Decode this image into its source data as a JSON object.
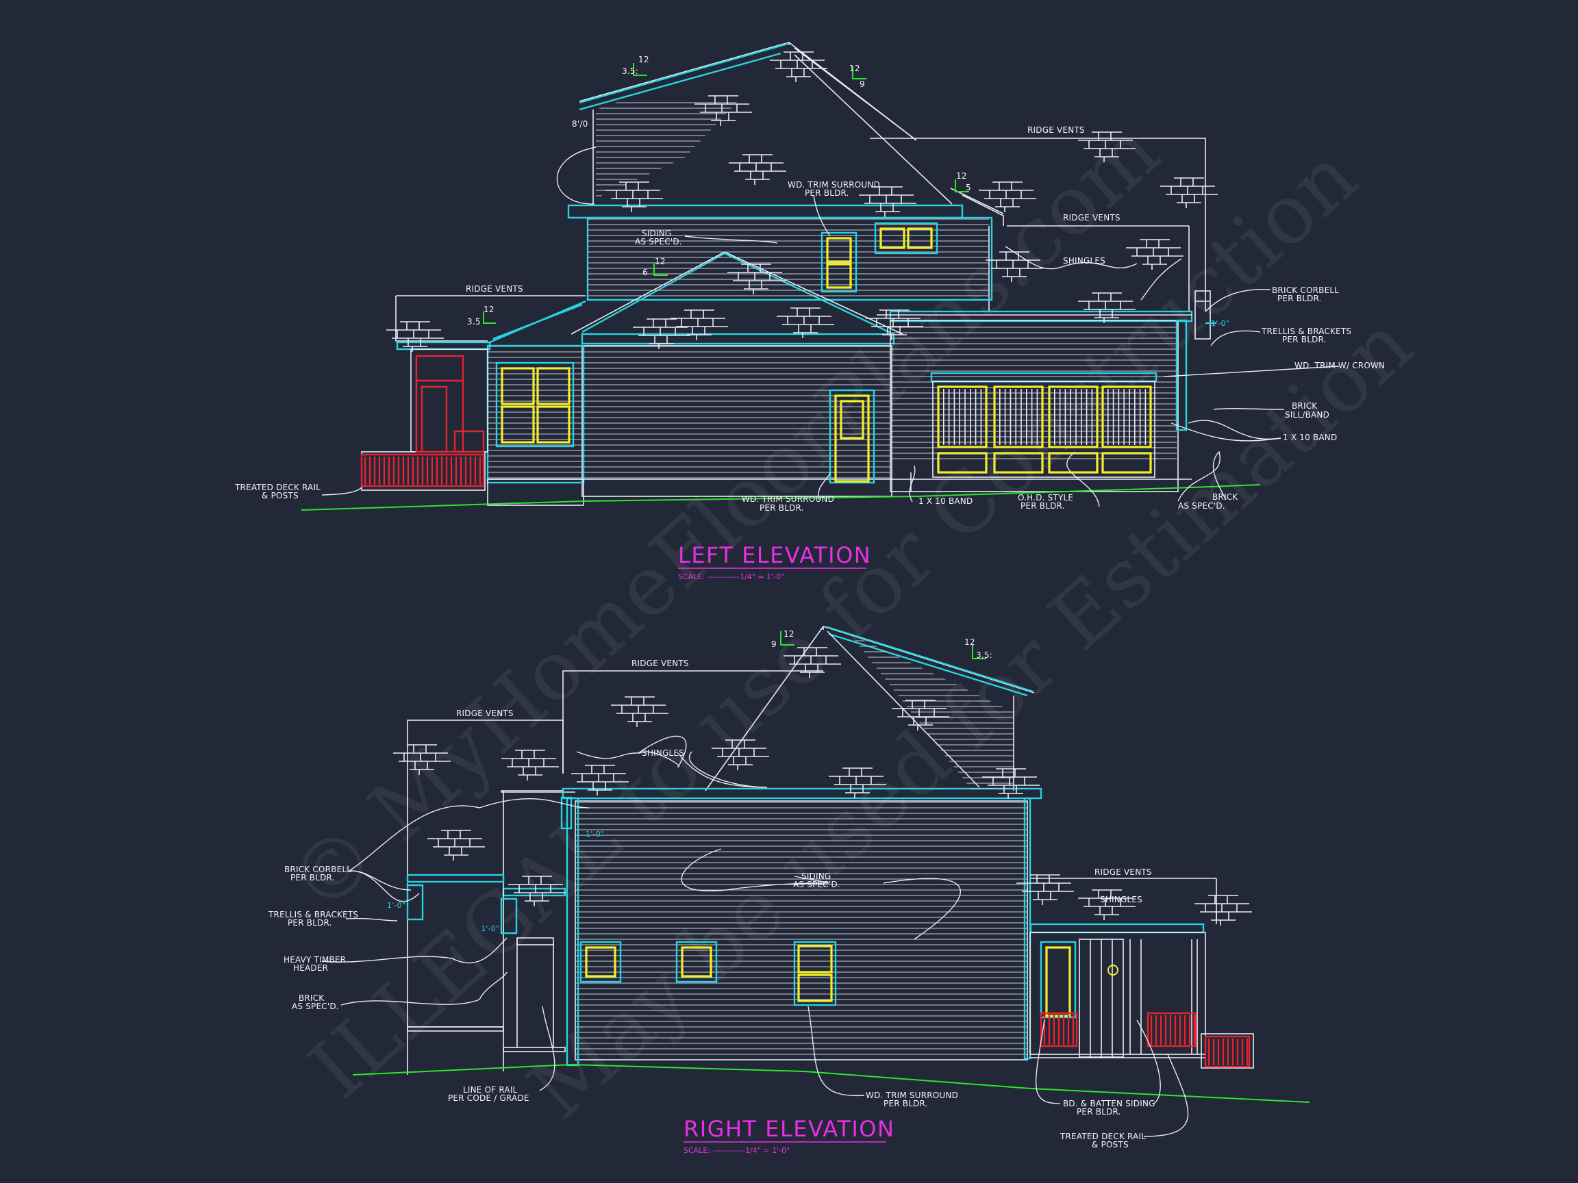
{
  "watermark": {
    "line1": "© MyHomeFloorPlans.com",
    "line2": "ILLEGAL to use for Construction",
    "line3": "May be used for Estimation"
  },
  "left_elevation": {
    "title": "LEFT ELEVATION",
    "scale": "SCALE: ------------1/4\" = 1'-0\"",
    "pitches": {
      "main_rise": "12",
      "main_run": "3.5:",
      "right_rise": "12",
      "right_run": "9",
      "dormer_rise": "12",
      "dormer_run": "5",
      "mid_rise": "12",
      "mid_run": "6",
      "porch_rise": "12",
      "porch_run": "3.5"
    },
    "plate_height": "8'/0",
    "callouts": {
      "ridge_vents_top": "RIDGE VENTS",
      "ridge_vents_mid": "RIDGE VENTS",
      "ridge_vents_porch": "RIDGE VENTS",
      "wd_trim_surround_l1": "WD. TRIM SURROUND",
      "wd_trim_surround_l2": "PER BLDR.",
      "siding_l1": "SIDING",
      "siding_l2": "AS SPEC'D.",
      "shingles": "SHINGLES",
      "brick_corbell_l1": "BRICK CORBELL",
      "brick_corbell_l2": "PER BLDR.",
      "trellis_l1": "TRELLIS & BRACKETS",
      "trellis_l2": "PER BLDR.",
      "wd_trim_crown": "WD. TRIM W/ CROWN",
      "brick_sill_l1": "BRICK",
      "brick_sill_l2": "SILL/BAND",
      "band_right": "1 X 10 BAND",
      "deck_rail_l1": "TREATED DECK RAIL",
      "deck_rail_l2": "& POSTS",
      "door_trim_l1": "WD. TRIM SURROUND",
      "door_trim_l2": "PER BLDR.",
      "band_bottom": "1 X 10 BAND",
      "ohd_l1": "O.H.D. STYLE",
      "ohd_l2": "PER BLDR.",
      "brick_bottom_l1": "BRICK",
      "brick_bottom_l2": "AS SPEC'D.",
      "offset_dim": "1'-0\""
    }
  },
  "right_elevation": {
    "title": "RIGHT ELEVATION",
    "scale": "SCALE: ------------1/4\" = 1'-0\"",
    "pitches": {
      "left_rise": "12",
      "left_run": "9",
      "right_rise": "12",
      "right_run": "3.5:"
    },
    "callouts": {
      "ridge_vents_main": "RIDGE VENTS",
      "ridge_vents_left": "RIDGE VENTS",
      "ridge_vents_right": "RIDGE VENTS",
      "shingles_main": "SHINGLES",
      "shingles_right": "SHINGLES",
      "siding_l1": "SIDING",
      "siding_l2": "AS SPEC'D.",
      "brick_corbell_l1": "BRICK CORBELL",
      "brick_corbell_l2": "PER BLDR.",
      "trellis_l1": "TRELLIS & BRACKETS",
      "trellis_l2": "PER BLDR.",
      "timber_l1": "HEAVY TIMBER",
      "timber_l2": "HEADER",
      "brick_l1": "BRICK",
      "brick_l2": "AS SPEC'D.",
      "rail_line_l1": "LINE OF RAIL",
      "rail_line_l2": "PER CODE / GRADE",
      "wd_trim_l1": "WD. TRIM SURROUND",
      "wd_trim_l2": "PER BLDR.",
      "batten_l1": "BD. & BATTEN SIDING",
      "batten_l2": "PER BLDR.",
      "deck_rail_l1": "TREATED DECK RAIL",
      "deck_rail_l2": "& POSTS",
      "offset_dim_a": "1'-0\"",
      "offset_dim_b": "1'-0\"",
      "offset_dim_c": "1'-0\""
    }
  },
  "colors": {
    "background": "#232838",
    "linework": "#e9ecf2",
    "trim": "#27d3e0",
    "windows": "#f2ee2c",
    "rails": "#e8232f",
    "grade": "#2ce52c",
    "titles": "#ea2fe6"
  }
}
